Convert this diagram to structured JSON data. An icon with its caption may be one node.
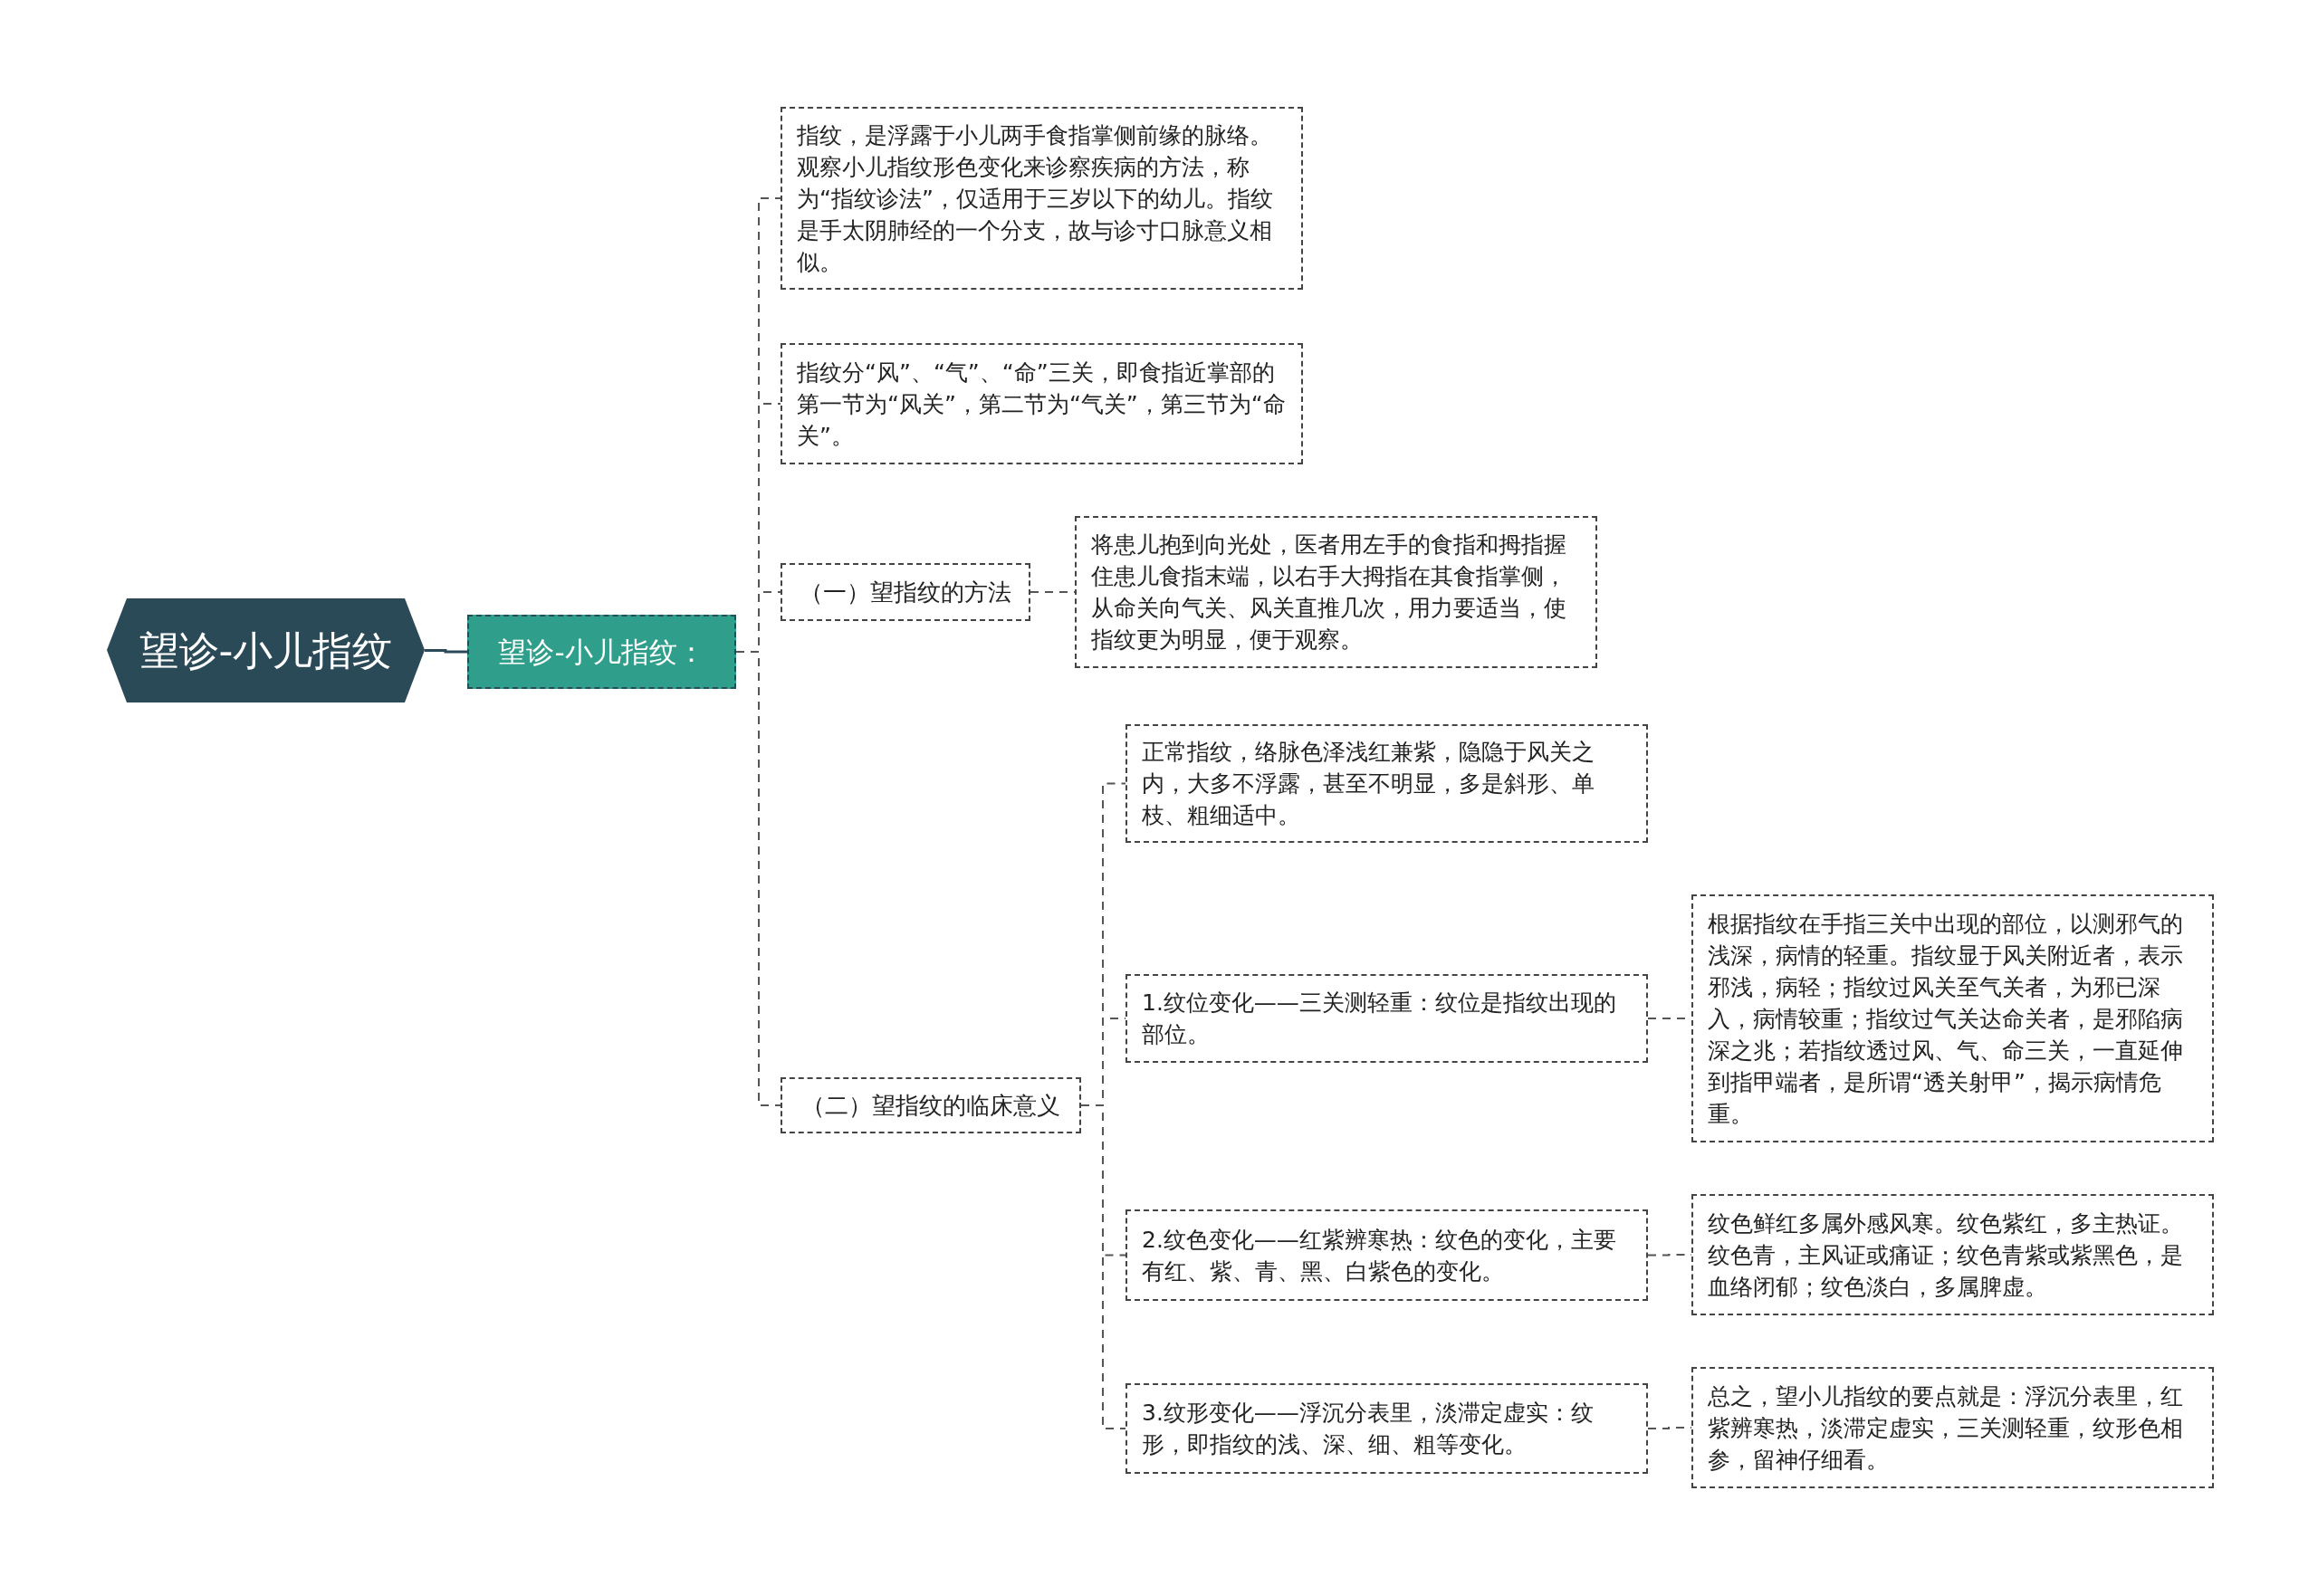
{
  "diagram": {
    "nodes": [
      {
        "text": [
          "望诊-小儿指纹"
        ]
      },
      {
        "text": [
          "望诊-小儿指纹："
        ]
      },
      {
        "text": [
          "指纹，是浮露于小儿两手食指掌侧前缘的脉络。观察小儿指纹形色变化来诊察疾病的方法，称为“指纹诊法”，仅适用于三岁以下的幼儿。指纹是手太阴肺经的一个分支，故与诊寸口脉意义相似。"
        ]
      },
      {
        "text": [
          "指纹分“风”、“气”、“命”三关，即食指近掌部的第一节为“风关”，第二节为“气关”，第三节为“命关”。"
        ]
      },
      {
        "text": [
          "（一）望指纹的方法"
        ]
      },
      {
        "text": [
          "将患儿抱到向光处，医者用左手的食指和拇指握住患儿食指末端，以右手大拇指在其食指掌侧，从命关向气关、风关直推几次，用力要适当，使指纹更为明显，便于观察。"
        ]
      },
      {
        "text": [
          "（二）望指纹的临床意义"
        ]
      },
      {
        "text": [
          "正常指纹，络脉色泽浅红兼紫，隐隐于风关之内，大多不浮露，甚至不明显，多是斜形、单枝、粗细适中。"
        ]
      },
      {
        "text": [
          "1.纹位变化——三关测轻重：纹位是指纹出现的部位。"
        ]
      },
      {
        "text": [
          "根据指纹在手指三关中出现的部位，以测邪气的浅深，病情的轻重。指纹显于风关附近者，表示邪浅，病轻；指纹过风关至气关者，为邪已深入，病情较重；指纹过气关达命关者，是邪陷病深之兆；若指纹透过风、气、命三关，一直延伸到指甲端者，是所谓“透关射甲”，揭示病情危重。"
        ]
      },
      {
        "text": [
          "2.纹色变化——红紫辨寒热：纹色的变化，主要有红、紫、青、黑、白紫色的变化。"
        ]
      },
      {
        "text": [
          "纹色鲜红多属外感风寒。纹色紫红，多主热证。纹色青，主风证或痛证；纹色青紫或紫黑色，是血络闭郁；纹色淡白，多属脾虚。"
        ]
      },
      {
        "text": [
          "3.纹形变化——浮沉分表里，淡滞定虚实：纹形，即指纹的浅、深、细、粗等变化。"
        ]
      },
      {
        "text": [
          "总之，望小儿指纹的要点就是：浮沉分表里，红紫辨寒热，淡滞定虚实，三关测轻重，纹形色相参，留神仔细看。"
        ]
      }
    ],
    "edges": [
      {
        "from": 0,
        "to": 1,
        "arrow": "none"
      },
      {
        "from": 1,
        "to": 2,
        "arrow": "none",
        "style": "dashed"
      },
      {
        "from": 1,
        "to": 3,
        "arrow": "none",
        "style": "dashed"
      },
      {
        "from": 1,
        "to": 4,
        "arrow": "none",
        "style": "dashed"
      },
      {
        "from": 1,
        "to": 6,
        "arrow": "none",
        "style": "dashed"
      },
      {
        "from": 4,
        "to": 5,
        "arrow": "none",
        "style": "dashed"
      },
      {
        "from": 6,
        "to": 7,
        "arrow": "none",
        "style": "dashed"
      },
      {
        "from": 6,
        "to": 8,
        "arrow": "none",
        "style": "dashed"
      },
      {
        "from": 6,
        "to": 10,
        "arrow": "none",
        "style": "dashed"
      },
      {
        "from": 6,
        "to": 12,
        "arrow": "none",
        "style": "dashed"
      },
      {
        "from": 8,
        "to": 9,
        "arrow": "none",
        "style": "dashed"
      },
      {
        "from": 10,
        "to": 11,
        "arrow": "none",
        "style": "dashed"
      },
      {
        "from": 12,
        "to": 13,
        "arrow": "none",
        "style": "dashed"
      }
    ]
  }
}
